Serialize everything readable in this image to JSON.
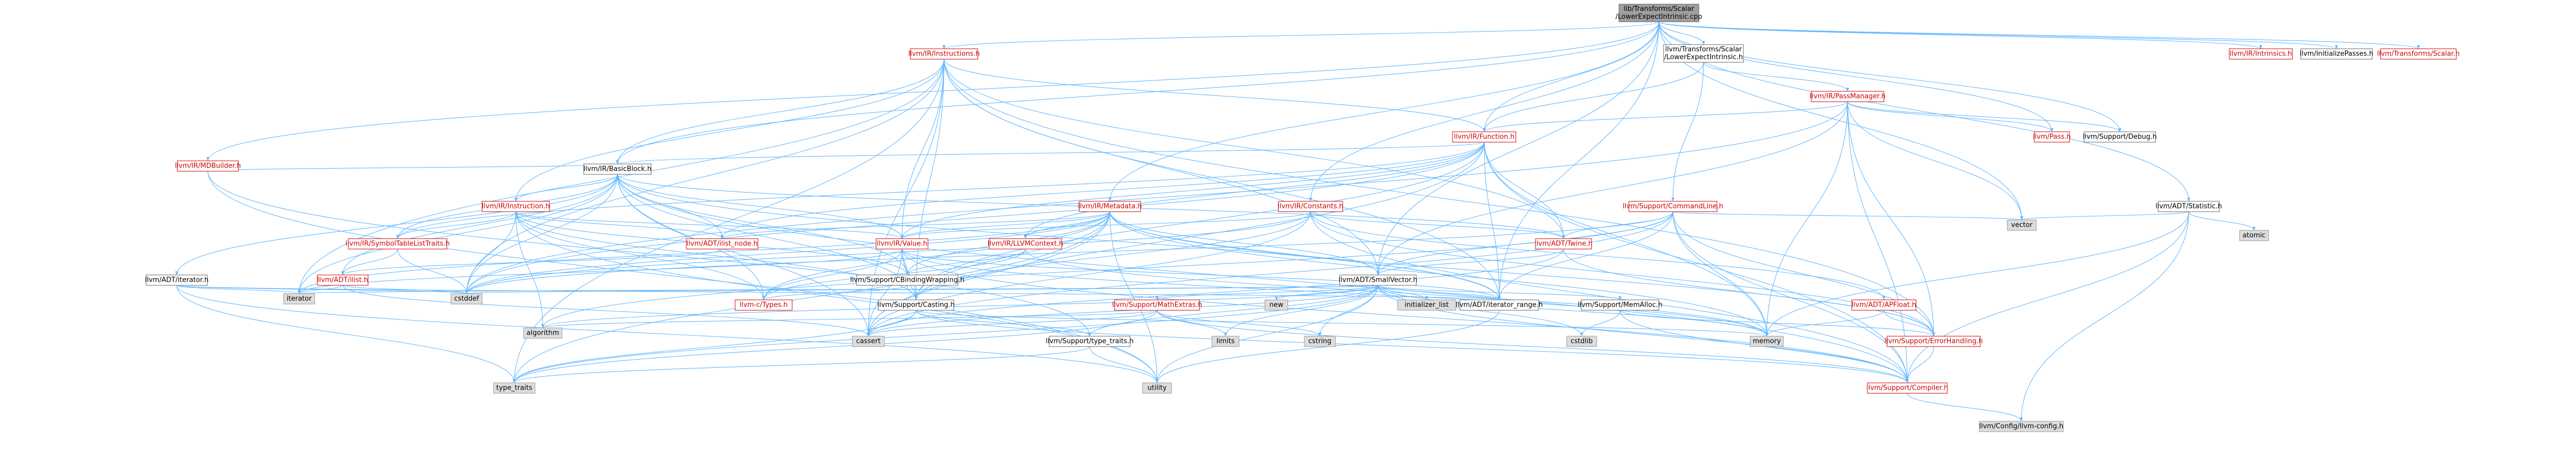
{
  "colors": {
    "edge": "#63b8ff",
    "edge_dark": "#3f8fd9",
    "text_default": "#000000",
    "text_red": "#cc0000",
    "box_border_default": "#666666",
    "box_border_red": "#cc0000",
    "box_fill_white": "#ffffff",
    "box_fill_gray": "#dddddd",
    "box_fill_root": "#9e9e9e"
  },
  "nodes": [
    {
      "id": "root",
      "lines": [
        "lib/Transforms/Scalar",
        "/LowerExpectIntrinsic.cpp"
      ],
      "style": "root"
    },
    {
      "id": "ir_instructions",
      "lines": [
        "llvm/IR/Instructions.h"
      ],
      "style": "red"
    },
    {
      "id": "transforms_lower",
      "lines": [
        "llvm/Transforms/Scalar",
        "/LowerExpectIntrinsic.h"
      ],
      "style": "plain"
    },
    {
      "id": "ir_intrinsics",
      "lines": [
        "llvm/IR/Intrinsics.h"
      ],
      "style": "red"
    },
    {
      "id": "init_passes",
      "lines": [
        "llvm/InitializePasses.h"
      ],
      "style": "plain"
    },
    {
      "id": "transforms_scalar",
      "lines": [
        "llvm/Transforms/Scalar.h"
      ],
      "style": "red"
    },
    {
      "id": "ir_mdbuilder",
      "lines": [
        "llvm/IR/MDBuilder.h"
      ],
      "style": "red"
    },
    {
      "id": "ir_passmanager",
      "lines": [
        "llvm/IR/PassManager.h"
      ],
      "style": "red"
    },
    {
      "id": "ir_function",
      "lines": [
        "llvm/IR/Function.h"
      ],
      "style": "red"
    },
    {
      "id": "pass_h",
      "lines": [
        "llvm/Pass.h"
      ],
      "style": "red"
    },
    {
      "id": "support_debug",
      "lines": [
        "llvm/Support/Debug.h"
      ],
      "style": "plain"
    },
    {
      "id": "adt_statistic",
      "lines": [
        "llvm/ADT/Statistic.h"
      ],
      "style": "plain"
    },
    {
      "id": "ir_basicblock",
      "lines": [
        "llvm/IR/BasicBlock.h"
      ],
      "style": "plain"
    },
    {
      "id": "ir_instruction",
      "lines": [
        "llvm/IR/Instruction.h"
      ],
      "style": "red"
    },
    {
      "id": "ir_metadata",
      "lines": [
        "llvm/IR/Metadata.h"
      ],
      "style": "red"
    },
    {
      "id": "ir_constants",
      "lines": [
        "llvm/IR/Constants.h"
      ],
      "style": "red"
    },
    {
      "id": "support_commandline",
      "lines": [
        "llvm/Support/CommandLine.h"
      ],
      "style": "red"
    },
    {
      "id": "vector",
      "lines": [
        "vector"
      ],
      "style": "gray"
    },
    {
      "id": "atomic",
      "lines": [
        "atomic"
      ],
      "style": "gray"
    },
    {
      "id": "ir_symboltable",
      "lines": [
        "llvm/IR/SymbolTableListTraits.h"
      ],
      "style": "red"
    },
    {
      "id": "adt_ilist_node",
      "lines": [
        "llvm/ADT/ilist_node.h"
      ],
      "style": "red"
    },
    {
      "id": "ir_value",
      "lines": [
        "llvm/IR/Value.h"
      ],
      "style": "red"
    },
    {
      "id": "ir_llvmcontext",
      "lines": [
        "llvm/IR/LLVMContext.h"
      ],
      "style": "red"
    },
    {
      "id": "adt_twine",
      "lines": [
        "llvm/ADT/Twine.h"
      ],
      "style": "red"
    },
    {
      "id": "adt_iterator",
      "lines": [
        "llvm/ADT/iterator.h"
      ],
      "style": "plain"
    },
    {
      "id": "adt_ilist",
      "lines": [
        "llvm/ADT/ilist.h"
      ],
      "style": "red"
    },
    {
      "id": "support_cbinding",
      "lines": [
        "llvm/Support/CBindingWrapping.h"
      ],
      "style": "plain"
    },
    {
      "id": "adt_smallvector",
      "lines": [
        "llvm/ADT/SmallVector.h"
      ],
      "style": "plain"
    },
    {
      "id": "iterator",
      "lines": [
        "iterator"
      ],
      "style": "gray"
    },
    {
      "id": "cstddef",
      "lines": [
        "cstddef"
      ],
      "style": "gray"
    },
    {
      "id": "llvm_c_types",
      "lines": [
        "llvm-c/Types.h"
      ],
      "style": "red"
    },
    {
      "id": "support_casting",
      "lines": [
        "llvm/Support/Casting.h"
      ],
      "style": "plain"
    },
    {
      "id": "support_mathextras",
      "lines": [
        "llvm/Support/MathExtras.h"
      ],
      "style": "red"
    },
    {
      "id": "new",
      "lines": [
        "new"
      ],
      "style": "gray"
    },
    {
      "id": "initializer_list",
      "lines": [
        "initializer_list"
      ],
      "style": "gray"
    },
    {
      "id": "adt_iterator_range",
      "lines": [
        "llvm/ADT/iterator_range.h"
      ],
      "style": "plain"
    },
    {
      "id": "support_memalloc",
      "lines": [
        "llvm/Support/MemAlloc.h"
      ],
      "style": "plain"
    },
    {
      "id": "adt_apfloat",
      "lines": [
        "llvm/ADT/APFloat.h"
      ],
      "style": "red"
    },
    {
      "id": "algorithm",
      "lines": [
        "algorithm"
      ],
      "style": "gray"
    },
    {
      "id": "cassert",
      "lines": [
        "cassert"
      ],
      "style": "gray"
    },
    {
      "id": "support_type_traits",
      "lines": [
        "llvm/Support/type_traits.h"
      ],
      "style": "plain"
    },
    {
      "id": "limits",
      "lines": [
        "limits"
      ],
      "style": "gray"
    },
    {
      "id": "cstring",
      "lines": [
        "cstring"
      ],
      "style": "gray"
    },
    {
      "id": "cstdlib",
      "lines": [
        "cstdlib"
      ],
      "style": "gray"
    },
    {
      "id": "memory",
      "lines": [
        "memory"
      ],
      "style": "gray"
    },
    {
      "id": "support_errorhandling",
      "lines": [
        "llvm/Support/ErrorHandling.h"
      ],
      "style": "red"
    },
    {
      "id": "type_traits",
      "lines": [
        "type_traits"
      ],
      "style": "gray"
    },
    {
      "id": "utility",
      "lines": [
        "utility"
      ],
      "style": "gray"
    },
    {
      "id": "support_compiler",
      "lines": [
        "llvm/Support/Compiler.h"
      ],
      "style": "red"
    },
    {
      "id": "config_llvm_config",
      "lines": [
        "llvm/Config/llvm-config.h"
      ],
      "style": "gray"
    }
  ],
  "edges": [
    [
      "root",
      "ir_instructions"
    ],
    [
      "root",
      "transforms_lower"
    ],
    [
      "root",
      "ir_intrinsics"
    ],
    [
      "root",
      "init_passes"
    ],
    [
      "root",
      "transforms_scalar"
    ],
    [
      "root",
      "ir_mdbuilder"
    ],
    [
      "root",
      "ir_function"
    ],
    [
      "root",
      "pass_h"
    ],
    [
      "root",
      "support_debug"
    ],
    [
      "root",
      "adt_statistic"
    ],
    [
      "root",
      "ir_basicblock"
    ],
    [
      "root",
      "ir_constants"
    ],
    [
      "root",
      "ir_metadata"
    ],
    [
      "root",
      "vector"
    ],
    [
      "root",
      "adt_smallvector"
    ],
    [
      "root",
      "adt_iterator_range"
    ],
    [
      "transforms_lower",
      "ir_passmanager"
    ],
    [
      "transforms_lower",
      "ir_function"
    ],
    [
      "transforms_lower",
      "support_commandline"
    ],
    [
      "ir_passmanager",
      "ir_function"
    ],
    [
      "ir_passmanager",
      "pass_h"
    ],
    [
      "ir_passmanager",
      "support_debug"
    ],
    [
      "ir_passmanager",
      "vector"
    ],
    [
      "ir_passmanager",
      "memory"
    ],
    [
      "ir_passmanager",
      "adt_smallvector"
    ],
    [
      "ir_passmanager",
      "support_errorhandling"
    ],
    [
      "ir_passmanager",
      "cstddef"
    ],
    [
      "ir_passmanager",
      "support_compiler"
    ],
    [
      "ir_instructions",
      "ir_function"
    ],
    [
      "ir_instructions",
      "ir_basicblock"
    ],
    [
      "ir_instructions",
      "ir_instruction"
    ],
    [
      "ir_instructions",
      "ir_value"
    ],
    [
      "ir_instructions",
      "adt_smallvector"
    ],
    [
      "ir_instructions",
      "adt_twine"
    ],
    [
      "ir_instructions",
      "support_casting"
    ],
    [
      "ir_instructions",
      "support_errorhandling"
    ],
    [
      "ir_instructions",
      "adt_iterator_range"
    ],
    [
      "ir_instructions",
      "iterator"
    ],
    [
      "ir_instructions",
      "cstddef"
    ],
    [
      "ir_instructions",
      "cassert"
    ],
    [
      "ir_instructions",
      "type_traits"
    ],
    [
      "ir_mdbuilder",
      "ir_basicblock"
    ],
    [
      "ir_mdbuilder",
      "support_type_traits"
    ],
    [
      "ir_mdbuilder",
      "utility"
    ],
    [
      "ir_function",
      "ir_basicblock"
    ],
    [
      "ir_function",
      "ir_symboltable"
    ],
    [
      "ir_function",
      "ir_value"
    ],
    [
      "ir_function",
      "adt_twine"
    ],
    [
      "ir_function",
      "adt_iterator_range"
    ],
    [
      "ir_function",
      "support_casting"
    ],
    [
      "ir_function",
      "support_compiler"
    ],
    [
      "ir_function",
      "memory"
    ],
    [
      "ir_function",
      "cstddef"
    ],
    [
      "ir_function",
      "cassert"
    ],
    [
      "ir_function",
      "adt_ilist_node"
    ],
    [
      "ir_function",
      "ir_llvmcontext"
    ],
    [
      "ir_basicblock",
      "ir_instruction"
    ],
    [
      "ir_basicblock",
      "ir_symboltable"
    ],
    [
      "ir_basicblock",
      "adt_ilist"
    ],
    [
      "ir_basicblock",
      "adt_ilist_node"
    ],
    [
      "ir_basicblock",
      "adt_iterator"
    ],
    [
      "ir_basicblock",
      "adt_twine"
    ],
    [
      "ir_basicblock",
      "adt_iterator_range"
    ],
    [
      "ir_basicblock",
      "ir_value"
    ],
    [
      "ir_basicblock",
      "support_casting"
    ],
    [
      "ir_basicblock",
      "support_cbinding"
    ],
    [
      "ir_basicblock",
      "llvm_c_types"
    ],
    [
      "ir_basicblock",
      "support_compiler"
    ],
    [
      "ir_basicblock",
      "cassert"
    ],
    [
      "ir_basicblock",
      "cstddef"
    ],
    [
      "ir_basicblock",
      "iterator"
    ],
    [
      "ir_instruction",
      "adt_ilist_node"
    ],
    [
      "ir_instruction",
      "ir_value"
    ],
    [
      "ir_instruction",
      "ir_symboltable"
    ],
    [
      "ir_instruction",
      "support_casting"
    ],
    [
      "ir_instruction",
      "algorithm"
    ],
    [
      "ir_instruction",
      "cstddef"
    ],
    [
      "ir_instruction",
      "utility"
    ],
    [
      "ir_instruction",
      "support_cbinding"
    ],
    [
      "ir_instruction",
      "llvm_c_types"
    ],
    [
      "ir_metadata",
      "ir_value"
    ],
    [
      "ir_metadata",
      "ir_llvmcontext"
    ],
    [
      "ir_metadata",
      "adt_ilist_node"
    ],
    [
      "ir_metadata",
      "adt_iterator_range"
    ],
    [
      "ir_metadata",
      "support_casting"
    ],
    [
      "ir_metadata",
      "support_cbinding"
    ],
    [
      "ir_metadata",
      "support_errorhandling"
    ],
    [
      "ir_metadata",
      "adt_smallvector"
    ],
    [
      "ir_metadata",
      "cassert"
    ],
    [
      "ir_metadata",
      "cstddef"
    ],
    [
      "ir_metadata",
      "iterator"
    ],
    [
      "ir_metadata",
      "memory"
    ],
    [
      "ir_metadata",
      "type_traits"
    ],
    [
      "ir_metadata",
      "utility"
    ],
    [
      "ir_metadata",
      "llvm_c_types"
    ],
    [
      "ir_constants",
      "ir_value"
    ],
    [
      "ir_constants",
      "adt_apfloat"
    ],
    [
      "ir_constants",
      "support_casting"
    ],
    [
      "ir_constants",
      "support_compiler"
    ],
    [
      "ir_constants",
      "support_errorhandling"
    ],
    [
      "ir_constants",
      "cassert"
    ],
    [
      "ir_constants",
      "cstddef"
    ],
    [
      "ir_constants",
      "adt_twine"
    ],
    [
      "support_commandline",
      "adt_smallvector"
    ],
    [
      "support_commandline",
      "adt_twine"
    ],
    [
      "support_commandline",
      "adt_iterator_range"
    ],
    [
      "support_commandline",
      "support_errorhandling"
    ],
    [
      "support_commandline",
      "support_compiler"
    ],
    [
      "support_commandline",
      "vector"
    ],
    [
      "support_commandline",
      "memory"
    ],
    [
      "support_commandline",
      "cassert"
    ],
    [
      "support_commandline",
      "cstddef"
    ],
    [
      "support_commandline",
      "algorithm"
    ],
    [
      "adt_statistic",
      "vector"
    ],
    [
      "adt_statistic",
      "atomic"
    ],
    [
      "adt_statistic",
      "support_compiler"
    ],
    [
      "adt_statistic",
      "memory"
    ],
    [
      "adt_statistic",
      "config_llvm_config"
    ],
    [
      "ir_symboltable",
      "adt_ilist"
    ],
    [
      "ir_symboltable",
      "cstddef"
    ],
    [
      "adt_ilist_node",
      "adt_ilist"
    ],
    [
      "ir_value",
      "ir_use"
    ],
    [
      "ir_value",
      "support_cbinding"
    ],
    [
      "ir_value",
      "support_casting"
    ],
    [
      "ir_value",
      "llvm_c_types"
    ],
    [
      "ir_value",
      "support_compiler"
    ],
    [
      "ir_value",
      "cassert"
    ],
    [
      "ir_value",
      "iterator"
    ],
    [
      "ir_value",
      "memory"
    ],
    [
      "ir_value",
      "adt_iterator_range"
    ],
    [
      "ir_llvmcontext",
      "support_cbinding"
    ],
    [
      "ir_llvmcontext",
      "llvm_c_types"
    ],
    [
      "ir_llvmcontext",
      "memory"
    ],
    [
      "ir_llvmcontext",
      "cstdint"
    ],
    [
      "adt_twine",
      "adt_smallvector"
    ],
    [
      "adt_twine",
      "support_errorhandling"
    ],
    [
      "adt_twine",
      "cassert"
    ],
    [
      "adt_twine",
      "cstdint"
    ],
    [
      "adt_iterator",
      "adt_iterator_range"
    ],
    [
      "adt_iterator",
      "cstddef"
    ],
    [
      "adt_iterator",
      "iterator"
    ],
    [
      "adt_iterator",
      "type_traits"
    ],
    [
      "adt_iterator",
      "utility"
    ],
    [
      "adt_ilist",
      "cassert"
    ],
    [
      "adt_ilist",
      "cstddef"
    ],
    [
      "adt_ilist",
      "iterator"
    ],
    [
      "support_cbinding",
      "llvm_c_types"
    ],
    [
      "support_cbinding",
      "support_casting"
    ],
    [
      "adt_smallvector",
      "support_compiler"
    ],
    [
      "adt_smallvector",
      "support_mathextras"
    ],
    [
      "adt_smallvector",
      "support_memalloc"
    ],
    [
      "adt_smallvector",
      "support_type_traits"
    ],
    [
      "adt_smallvector",
      "algorithm"
    ],
    [
      "adt_smallvector",
      "cassert"
    ],
    [
      "adt_smallvector",
      "cstddef"
    ],
    [
      "adt_smallvector",
      "cstdlib"
    ],
    [
      "adt_smallvector",
      "cstring"
    ],
    [
      "adt_smallvector",
      "functional"
    ],
    [
      "adt_smallvector",
      "initializer_list"
    ],
    [
      "adt_smallvector",
      "iterator"
    ],
    [
      "adt_smallvector",
      "limits"
    ],
    [
      "adt_smallvector",
      "memory"
    ],
    [
      "adt_smallvector",
      "new"
    ],
    [
      "adt_smallvector",
      "type_traits"
    ],
    [
      "adt_smallvector",
      "utility"
    ],
    [
      "adt_smallvector",
      "adt_iterator_range"
    ],
    [
      "support_casting",
      "support_compiler"
    ],
    [
      "support_casting",
      "support_type_traits"
    ],
    [
      "support_casting",
      "cassert"
    ],
    [
      "support_casting",
      "memory"
    ],
    [
      "support_casting",
      "optional"
    ],
    [
      "support_casting",
      "type_traits"
    ],
    [
      "support_mathextras",
      "support_compiler"
    ],
    [
      "support_mathextras",
      "algorithm"
    ],
    [
      "support_mathextras",
      "cassert"
    ],
    [
      "support_mathextras",
      "climits"
    ],
    [
      "support_mathextras",
      "cstring"
    ],
    [
      "support_mathextras",
      "limits"
    ],
    [
      "support_mathextras",
      "type_traits"
    ],
    [
      "support_memalloc",
      "support_compiler"
    ],
    [
      "support_memalloc",
      "support_errorhandling"
    ],
    [
      "support_memalloc",
      "cstdlib"
    ],
    [
      "adt_apfloat",
      "support_errorhandling"
    ],
    [
      "adt_apfloat",
      "memory"
    ],
    [
      "adt_iterator_range",
      "utility"
    ],
    [
      "support_type_traits",
      "type_traits"
    ],
    [
      "support_type_traits",
      "utility"
    ],
    [
      "support_errorhandling",
      "support_compiler"
    ],
    [
      "support_compiler",
      "config_llvm_config"
    ]
  ]
}
